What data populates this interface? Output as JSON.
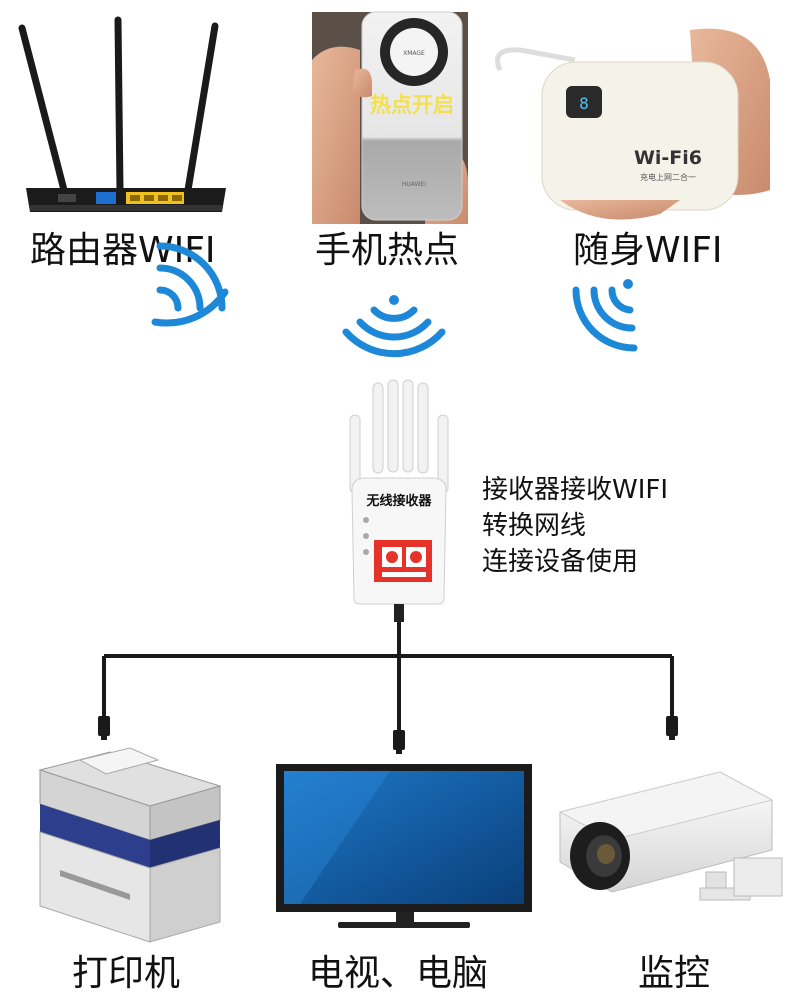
{
  "sources": [
    {
      "label": "路由器WIFI",
      "icon": "router-icon"
    },
    {
      "label": "手机热点",
      "icon": "phone-icon",
      "screen_text": "热点开启",
      "brand_text": "HUAWEI"
    },
    {
      "label": "随身WIFI",
      "icon": "portable-wifi-icon",
      "device_text": "Wi-Fi6",
      "device_subtext": "充电上网二合一"
    }
  ],
  "signal_icons": [
    "wifi-waves-icon",
    "wifi-waves-icon",
    "wifi-waves-icon"
  ],
  "receiver": {
    "label": "无线接收器",
    "icon": "wireless-receiver-icon",
    "description": [
      "接收器接收WIFI",
      "转换网线",
      "连接设备使用"
    ]
  },
  "devices": [
    {
      "label": "打印机",
      "icon": "printer-icon"
    },
    {
      "label": "电视、电脑",
      "icon": "monitor-icon"
    },
    {
      "label": "监控",
      "icon": "security-camera-icon"
    }
  ],
  "colors": {
    "wifi_waves": "#1e88d8",
    "cable": "#1a1a1a",
    "label_text": "#111111"
  }
}
